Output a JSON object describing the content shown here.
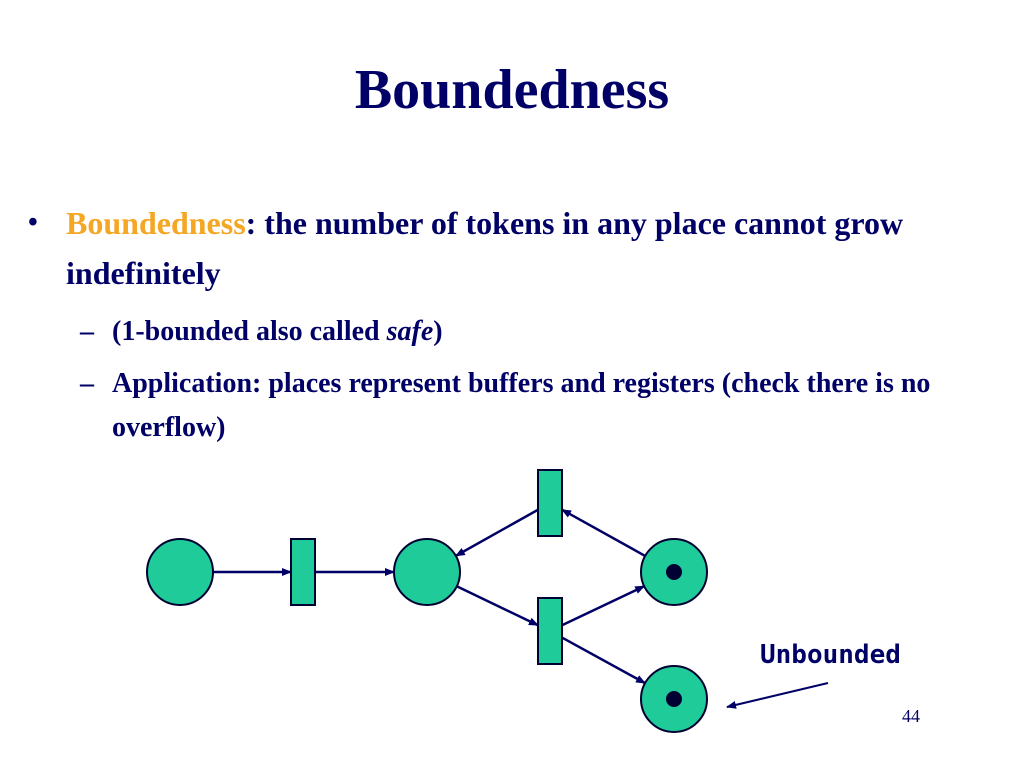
{
  "slide": {
    "title": "Boundedness",
    "bullet": {
      "term": "Boundedness",
      "definition": ": the number of tokens in any place cannot grow indefinitely"
    },
    "subbullets": [
      {
        "before": "(1-bounded also called ",
        "emphasis": "safe",
        "after": ")"
      },
      {
        "text": "Application: places represent buffers and registers (check there is no overflow)"
      }
    ],
    "callout": "Unbounded",
    "page_number": "44"
  },
  "colors": {
    "title": "#000066",
    "term": "#f5a623",
    "node_fill": "#1fcc99",
    "node_stroke": "#000033",
    "arc": "#000066",
    "token": "#000033"
  },
  "net": {
    "places": [
      {
        "id": "p1",
        "tokens": 0
      },
      {
        "id": "p2",
        "tokens": 0
      },
      {
        "id": "p3",
        "tokens": 1
      },
      {
        "id": "p4",
        "tokens": 1
      }
    ],
    "transitions": [
      {
        "id": "t1"
      },
      {
        "id": "t2"
      },
      {
        "id": "t3"
      }
    ],
    "arcs": [
      {
        "from": "p1",
        "to": "t1"
      },
      {
        "from": "t1",
        "to": "p2"
      },
      {
        "from": "t2",
        "to": "p2"
      },
      {
        "from": "p3",
        "to": "t2"
      },
      {
        "from": "p2",
        "to": "t3"
      },
      {
        "from": "t3",
        "to": "p3"
      },
      {
        "from": "t3",
        "to": "p4"
      }
    ]
  }
}
